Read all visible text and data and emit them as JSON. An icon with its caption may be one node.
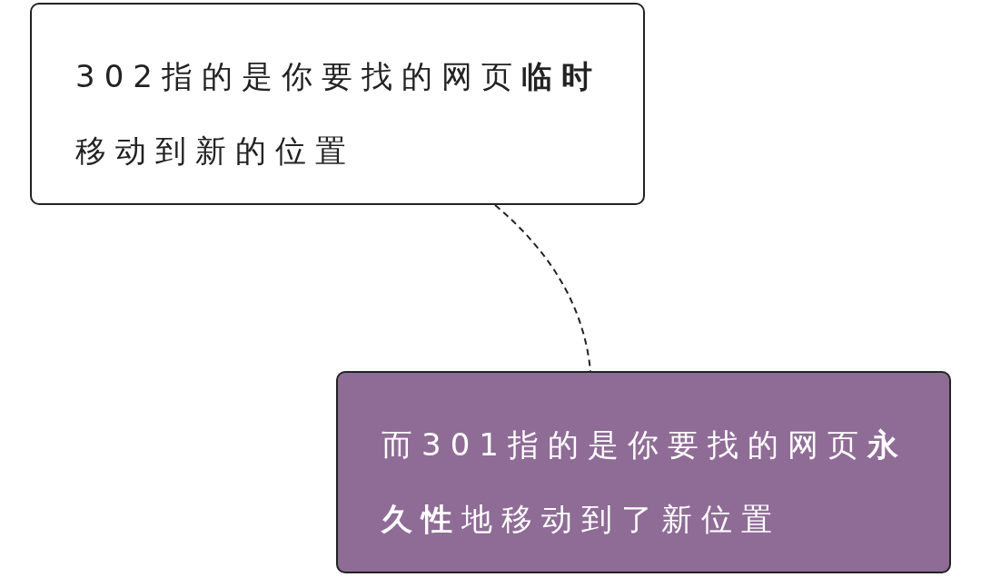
{
  "diagram": {
    "nodes": [
      {
        "text": [
          "302指的是你要找的网页**临时**移动到新的位置"
        ]
      },
      {
        "text": [
          "而301指的是你要找的网页**永久性**地移动到了新位置"
        ]
      }
    ],
    "edges": [
      {
        "from": 0,
        "to": 1,
        "arrow": "none",
        "style": "dashed"
      }
    ]
  }
}
